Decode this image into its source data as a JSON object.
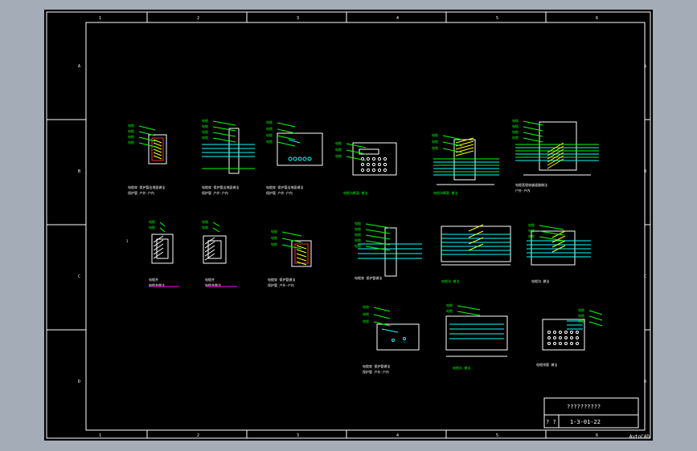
{
  "app": {
    "watermark": "AutoCAD"
  },
  "frame": {
    "column_labels": [
      "1",
      "2",
      "3",
      "4",
      "5",
      "6"
    ],
    "row_labels": [
      "A",
      "B",
      "C",
      "D"
    ]
  },
  "title_block": {
    "title": "??????????",
    "sheet": "? ?",
    "drawing_number": "1-3-01-22"
  },
  "colors": {
    "background": "#000000",
    "viewport_border": "#a3acb7",
    "linework": "#ffffff",
    "annotation": "#00ff00",
    "hatch_cyan": "#00ffff",
    "hatch_red": "#ff3030",
    "hatch_yellow": "#ffff00",
    "note_magenta": "#ff00ff"
  },
  "details": [
    {
      "id": "d1",
      "label_primary": "电缆穿 保护管出地面做法",
      "label_secondary": "保护管 户外-户内"
    },
    {
      "id": "d2",
      "label_primary": "电缆穿 保护管出地面做法",
      "label_secondary": "保护管 户外-户内"
    },
    {
      "id": "d3",
      "label_primary": "电缆穿 保护管出地面做法",
      "label_secondary": "保护管 户外-户内"
    },
    {
      "id": "d4",
      "label_primary": "电缆沟断面 做法",
      "label_secondary": ""
    },
    {
      "id": "d5",
      "label_primary": "电缆沟断面 做法",
      "label_secondary": ""
    },
    {
      "id": "d6",
      "label_primary": "电缆直埋穿越道路做法",
      "label_secondary": "户外-户内"
    },
    {
      "id": "d7",
      "label_primary": "电缆井",
      "label_secondary": "电缆井做法"
    },
    {
      "id": "d8",
      "label_primary": "电缆井",
      "label_secondary": "电缆井做法"
    },
    {
      "id": "d9",
      "label_primary": "电缆穿 保护管做法",
      "label_secondary": "保护管 户外-户内"
    },
    {
      "id": "d10",
      "label_primary": "电缆穿 保护管做法",
      "label_secondary": ""
    },
    {
      "id": "d11",
      "label_primary": "电缆沟 做法",
      "label_secondary": ""
    },
    {
      "id": "d12",
      "label_primary": "电缆沟 做法",
      "label_secondary": ""
    },
    {
      "id": "d13",
      "label_primary": "电缆穿 保护管做法",
      "label_secondary": "保护管 户外-户内"
    },
    {
      "id": "d14",
      "label_primary": "电缆沟 做法",
      "label_secondary": ""
    },
    {
      "id": "d15",
      "label_primary": "电缆排管 做法",
      "label_secondary": ""
    }
  ]
}
